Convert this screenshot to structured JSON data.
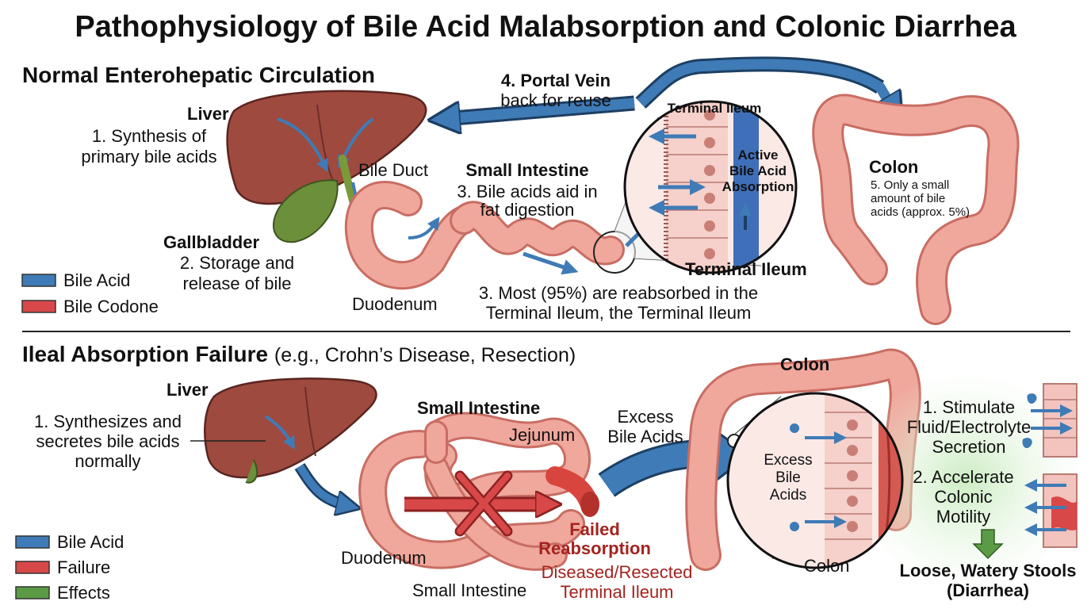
{
  "title": "Pathophysiology of Bile Acid Malabsorption and Colonic Diarrhea",
  "colors": {
    "bile_acid": "#3f7bb6",
    "failure": "#d94848",
    "effects": "#5c9b45",
    "liver": "#9e4a3f",
    "gallbladder": "#6b8f3a",
    "intestine": "#f0a79c",
    "intestine_dark": "#c86d63"
  },
  "normal": {
    "heading": "Normal Enterohepatic Circulation",
    "liver": {
      "name": "Liver",
      "desc_1": "1. Synthesis of",
      "desc_2": "primary bile acids"
    },
    "bile_duct": "Bile Duct",
    "gallbladder": {
      "name": "Gallbladder",
      "desc_1": "2. Storage and",
      "desc_2": "release of bile"
    },
    "duodenum": "Duodenum",
    "small_intestine": {
      "name": "Small Intestine",
      "desc_1": "3. Bile acids aid in",
      "desc_2": "fat digestion"
    },
    "reabsorb_1": "3. Most (95%) are reabsorbed in the",
    "reabsorb_2": "Terminal Ileum, the Terminal Ileum",
    "portal_vein": {
      "name": "4. Portal Vein",
      "desc": "back for reuse"
    },
    "zoom": {
      "top_label": "Terminal Ileum",
      "active_1": "Active",
      "active_2": "Bile Acid",
      "active_3": "Absorption"
    },
    "terminal_ileum": "Terminal Ileum",
    "colon": {
      "name": "Colon",
      "desc_1": "5. Only a small",
      "desc_2": "amount of bile",
      "desc_3": "acids (approx. 5%)"
    },
    "legend": [
      "Bile Acid",
      "Bile Codone"
    ]
  },
  "failure": {
    "heading": "Ileal Absorption Failure",
    "heading_sub": "(e.g., Crohn’s Disease, Resection)",
    "liver": {
      "name": "Liver",
      "desc_1": "1. Synthesizes and",
      "desc_2": "secretes bile acids",
      "desc_3": "normally"
    },
    "small_intestine_top": "Small Intestine",
    "jejunum": "Jejunum",
    "duodenum": "Duodenum",
    "small_intestine_bottom": "Small Intestine",
    "failed_1": "Failed",
    "failed_2": "Reabsorption",
    "diseased_1": "Diseased/Resected",
    "diseased_2": "Terminal Ileum",
    "excess_1": "Excess",
    "excess_2": "Bile Acids",
    "colon_top": "Colon",
    "colon_bottom": "Colon",
    "zoom_1": "Excess",
    "zoom_2": "Bile",
    "zoom_3": "Acids",
    "effect1_1": "1. Stimulate",
    "effect1_2": "Fluid/Electrolyte",
    "effect1_3": "Secretion",
    "effect2_1": "2. Accelerate",
    "effect2_2": "Colonic",
    "effect2_3": "Motility",
    "result_1": "Loose, Watery Stools",
    "result_2": "(Diarrhea)",
    "legend": [
      "Bile Acid",
      "Failure",
      "Effects"
    ]
  }
}
